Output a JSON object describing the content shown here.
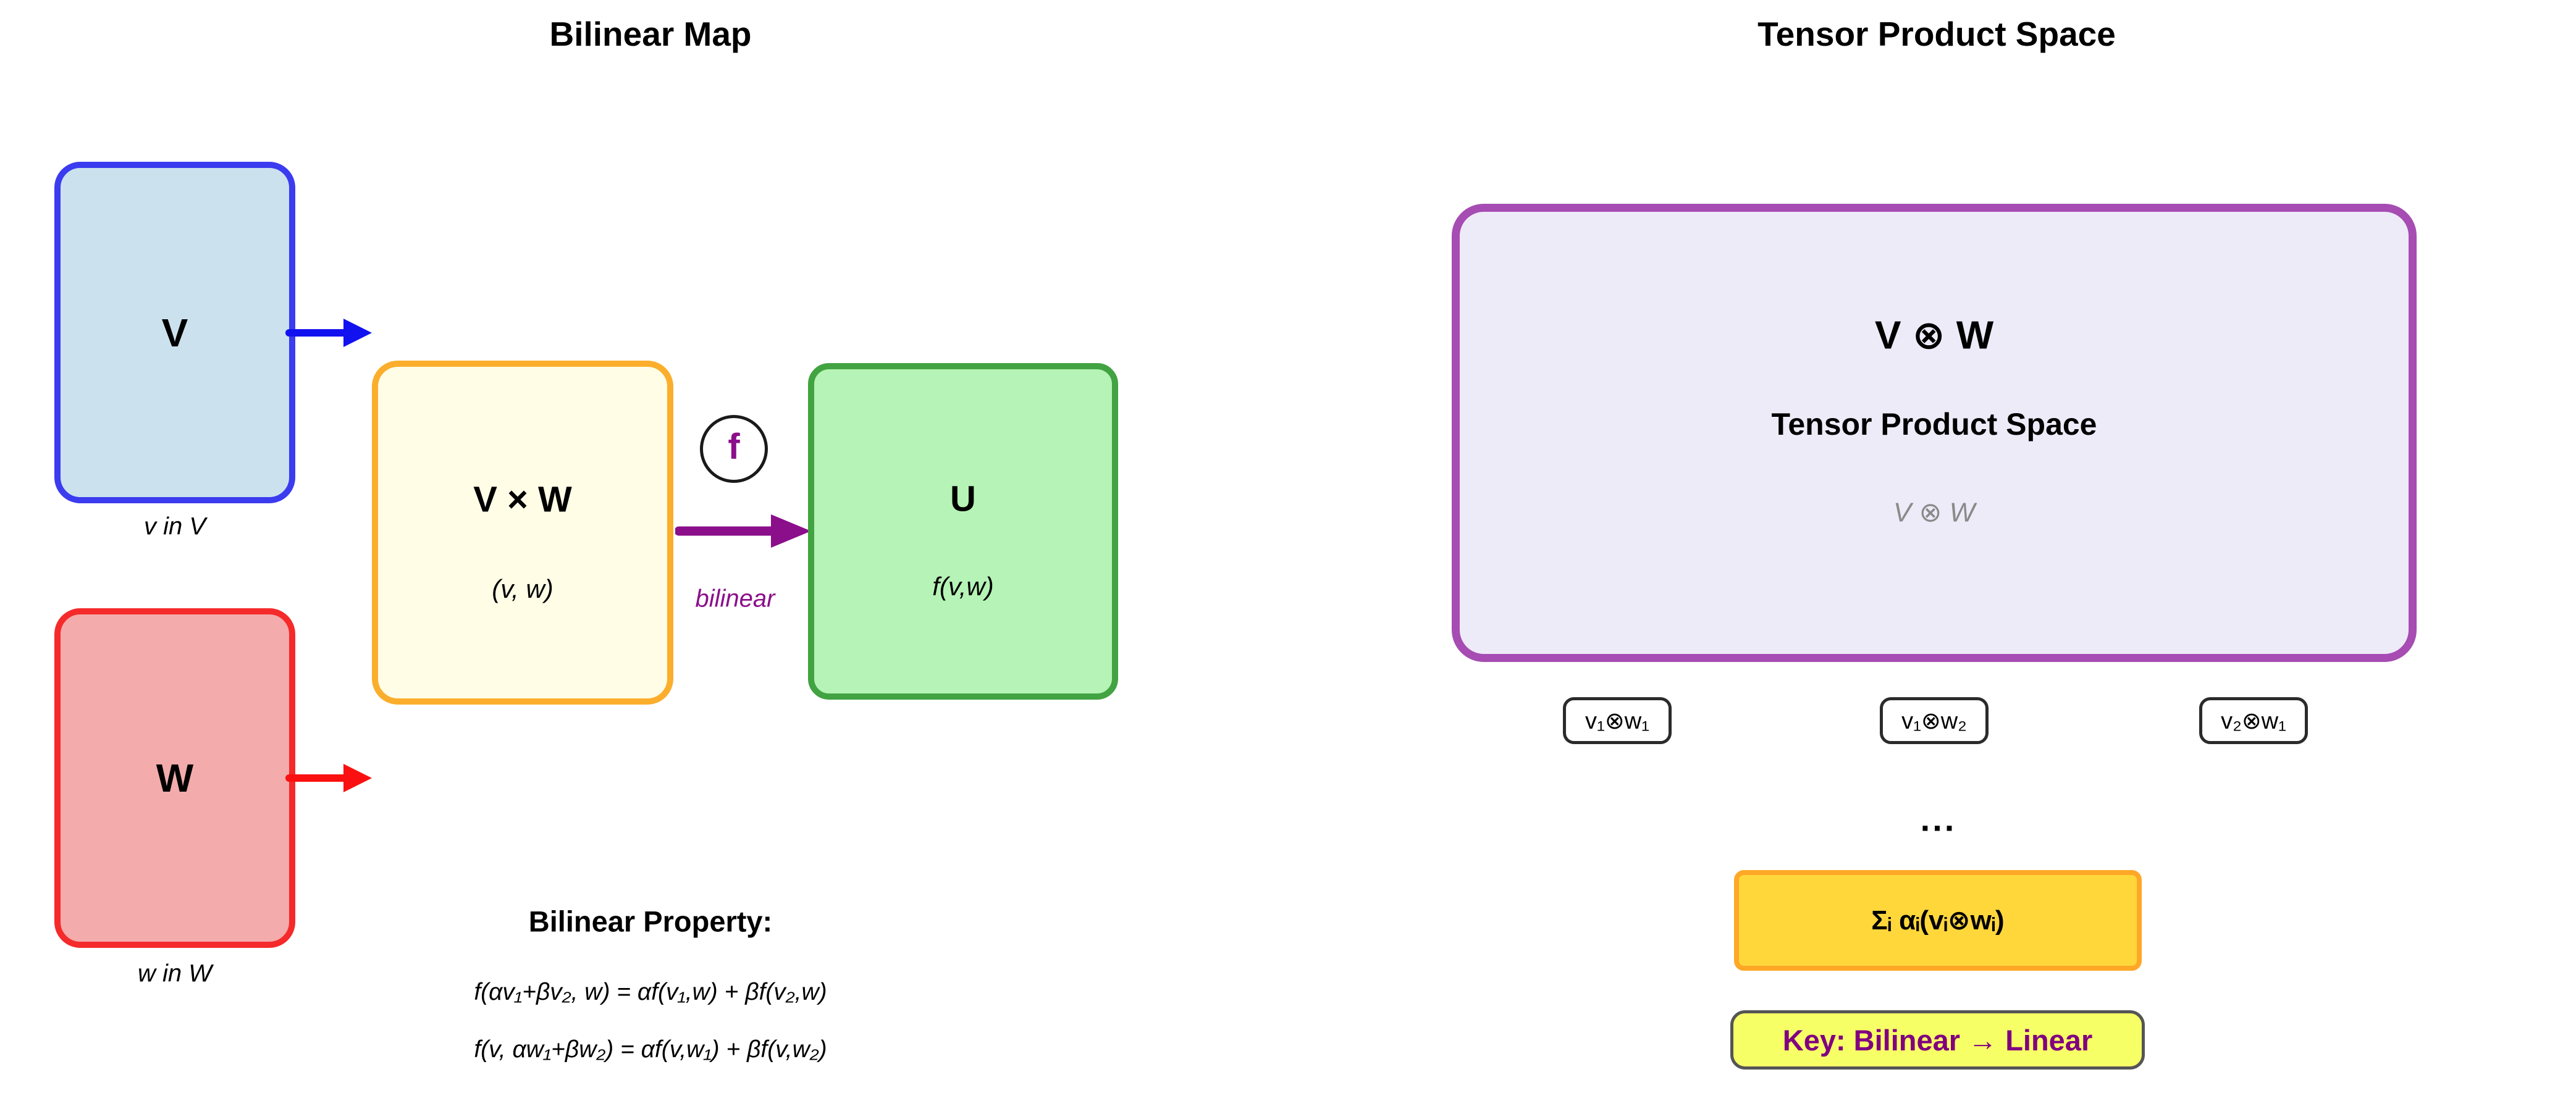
{
  "left_panel": {
    "title": "Bilinear Map",
    "v_box": {
      "label": "V",
      "caption": "v in V"
    },
    "w_box": {
      "label": "W",
      "caption": "w in W"
    },
    "product_box": {
      "label": "V × W",
      "sublabel": "(v, w)"
    },
    "target_box": {
      "label": "U",
      "sublabel": "f(v,w)"
    },
    "map_symbol": "f",
    "arrow_label": "bilinear",
    "property": {
      "heading": "Bilinear Property:",
      "line1": "f(αv₁+βv₂, w) = αf(v₁,w) + βf(v₂,w)",
      "line2": "f(v, αw₁+βw₂) = αf(v,w₁) + βf(v,w₂)"
    }
  },
  "right_panel": {
    "title": "Tensor Product Space",
    "tensor_box": {
      "symbol": "V ⊗ W",
      "name": "Tensor Product Space",
      "subscript": "V ⊗ W"
    },
    "basis_elements": [
      "v₁⊗w₁",
      "v₁⊗w₂",
      "v₂⊗w₁"
    ],
    "ellipsis": "...",
    "sum_label": "Σᵢ αᵢ(vᵢ⊗wᵢ)",
    "key_label": "Key: Bilinear → Linear"
  },
  "colors": {
    "blue-border": "#3B3BF0",
    "blue-fill": "#CBE2EE",
    "blue-arrow": "#1212F0",
    "red-border": "#F52A2A",
    "red-fill": "#F3ABAB",
    "red-arrow": "#FA1010",
    "orange-border": "#FBAE2C",
    "cream-fill": "#FFFDE6",
    "green-border": "#41A341",
    "green-fill": "#B6F3B6",
    "purple-border": "#A64CB3",
    "lavender-fill": "#EDEBF8",
    "purple": "#8B0E8B",
    "key-purple": "#800080",
    "gray-text": "#8A8A8A",
    "basis-border": "#2B2B2B",
    "gold-fill": "#FFD73B",
    "gold-border": "#FFA726",
    "keybox-fill": "#F7FF66",
    "keybox-border": "#555555"
  }
}
